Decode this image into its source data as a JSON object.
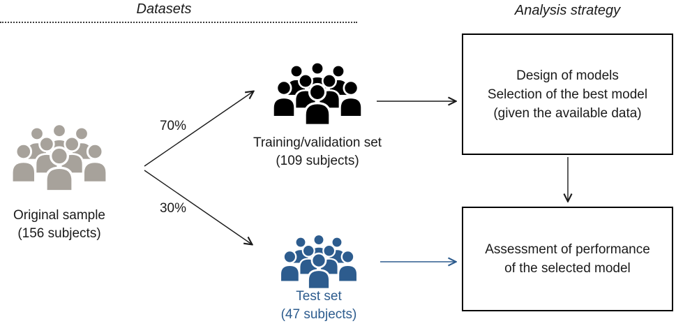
{
  "headers": {
    "datasets": "Datasets",
    "analysis": "Analysis strategy"
  },
  "nodes": {
    "original": {
      "label": "Original sample\n(156 subjects)",
      "icon": "people-group-icon"
    },
    "training": {
      "label": "Training/validation set\n(109 subjects)",
      "icon": "people-group-icon"
    },
    "test": {
      "label": "Test set\n(47 subjects)",
      "icon": "people-group-icon"
    }
  },
  "edges": {
    "split_top": "70%",
    "split_bottom": "30%"
  },
  "boxes": {
    "model_design": "Design of models\nSelection of the best model\n(given the available data)",
    "assessment": "Assessment of performance\nof the selected model"
  },
  "colors": {
    "original": "#a7a29b",
    "training": "#000000",
    "test": "#2d5c8e",
    "test_text": "#2d5c8e",
    "arrow": "#1a1a1a",
    "arrow_test": "#2d5c8e"
  }
}
